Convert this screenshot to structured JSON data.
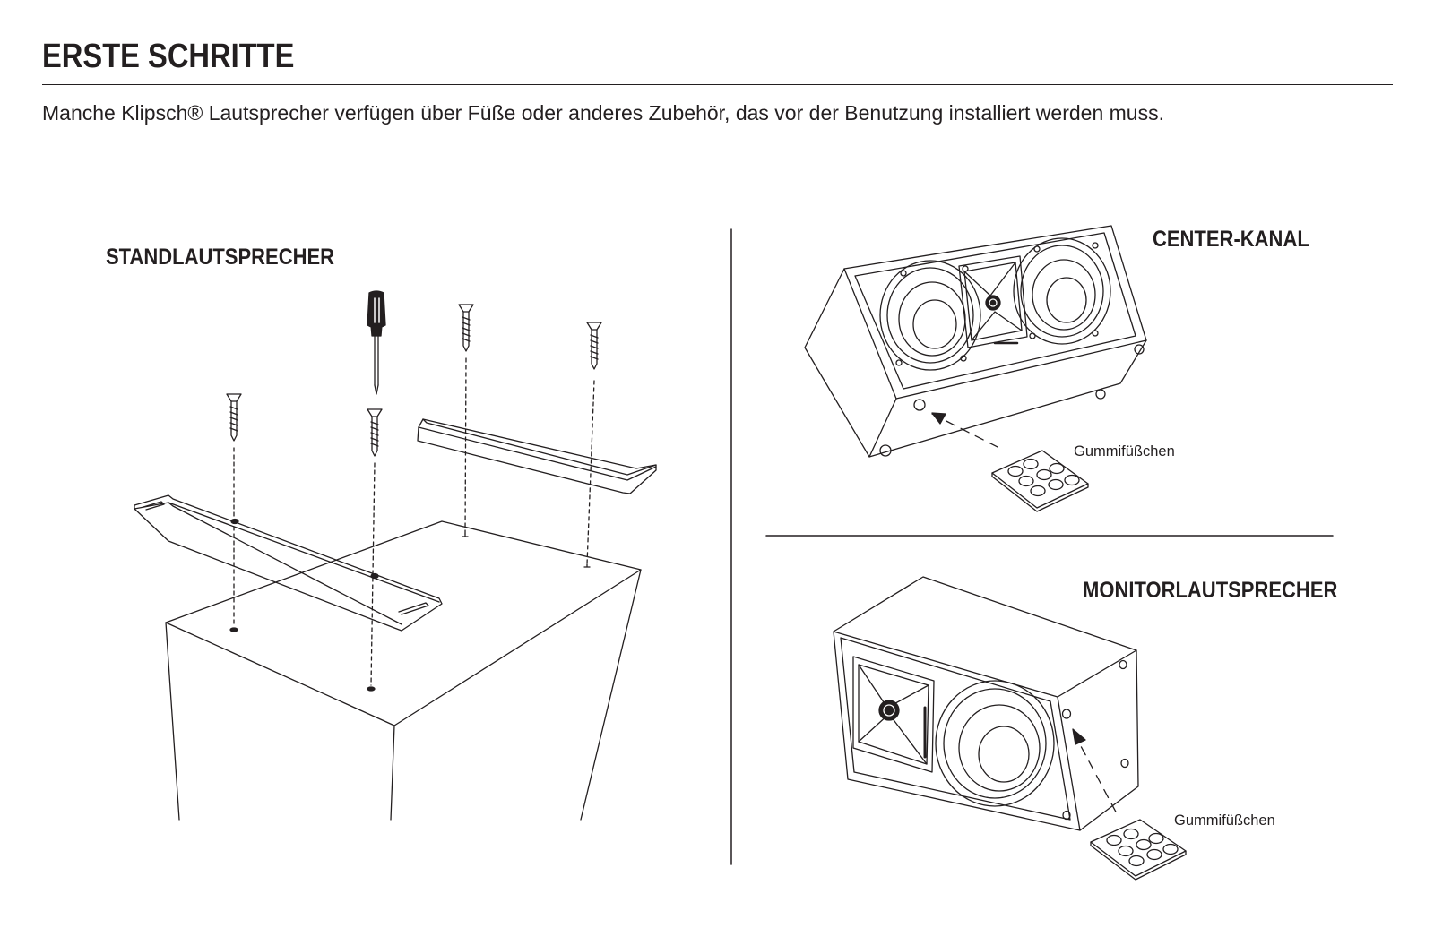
{
  "header": {
    "title": "ERSTE SCHRITTE",
    "intro": "Manche Klipsch® Lautsprecher verfügen über Füße oder anderes Zubehör, das vor der Benutzung installiert werden muss."
  },
  "sections": {
    "floorstanding": {
      "label": "STANDLAUTSPRECHER"
    },
    "center": {
      "label": "CENTER-KANAL",
      "caption": "Gummifüßchen"
    },
    "monitor": {
      "label": "MONITORLAUTSPRECHER",
      "caption": "Gummifüßchen"
    }
  },
  "colors": {
    "ink": "#231f20",
    "background": "#ffffff"
  }
}
